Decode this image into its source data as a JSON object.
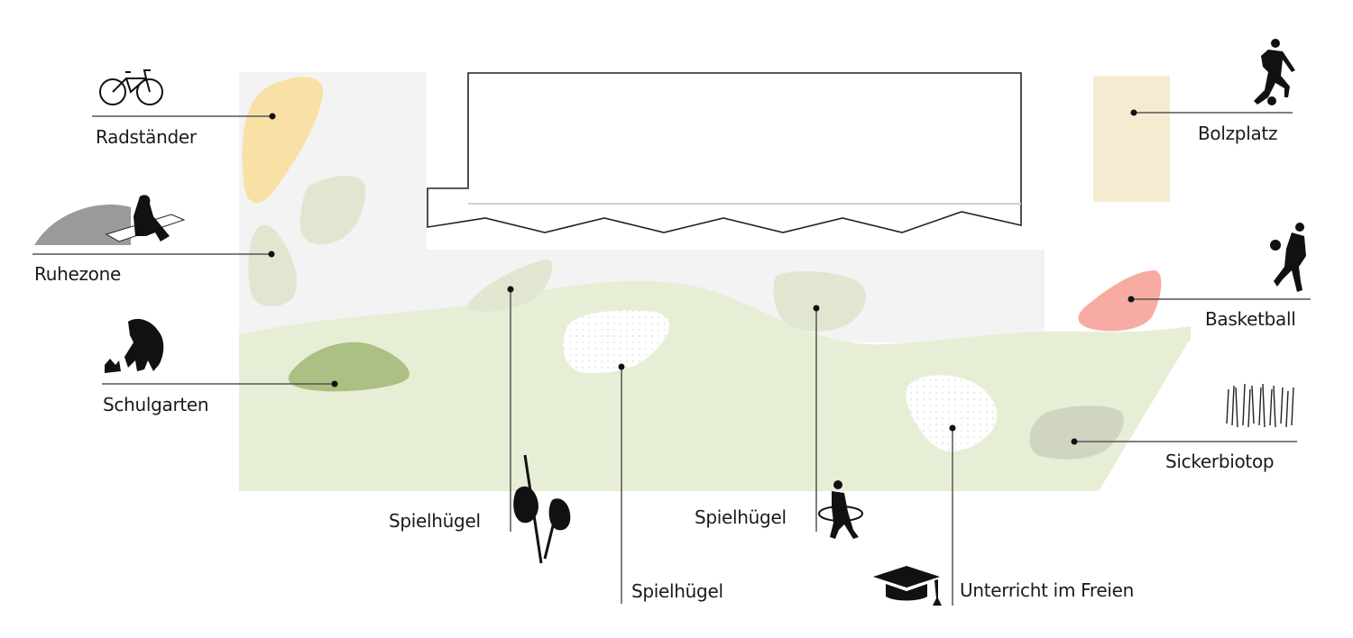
{
  "title": "Freiraumkonzept Schulhof",
  "colors": {
    "paved_area": "#f3f3f3",
    "green_area": "#e7eed6",
    "building_fill": "#ffffff",
    "building_outline": "#222222",
    "bike_parking": "#f9e1a6",
    "football_pitch": "#f6ebd0",
    "basketball": "#f7aba3",
    "school_garden": "#abc082",
    "rest_zone": "#e0e6d0",
    "infiltration_biotope": "#d0d5c0",
    "play_hill": "#ffffff",
    "leader_line": "#555555",
    "text": "#1a1a1a"
  },
  "zones": [
    {
      "id": "radstaender",
      "label": "Radständer",
      "icon": "bicycle-icon"
    },
    {
      "id": "ruhezone",
      "label": "Ruhezone",
      "icon": "person-on-bench-icon"
    },
    {
      "id": "schulgarten",
      "label": "Schulgarten",
      "icon": "gardener-icon"
    },
    {
      "id": "bolzplatz",
      "label": "Bolzplatz",
      "icon": "football-player-icon"
    },
    {
      "id": "basketball",
      "label": "Basketball",
      "icon": "basketball-player-icon"
    },
    {
      "id": "sickerbiotop",
      "label": "Sickerbiotop",
      "icon": "reeds-icon"
    },
    {
      "id": "spielhuegel-1",
      "label": "Spielhügel",
      "icon": "climbing-children-icon"
    },
    {
      "id": "spielhuegel-2",
      "label": "Spielhügel",
      "icon": ""
    },
    {
      "id": "spielhuegel-3",
      "label": "Spielhügel",
      "icon": "hula-hoop-child-icon"
    },
    {
      "id": "unterricht",
      "label": "Unterricht im Freien",
      "icon": "graduation-cap-icon"
    }
  ]
}
